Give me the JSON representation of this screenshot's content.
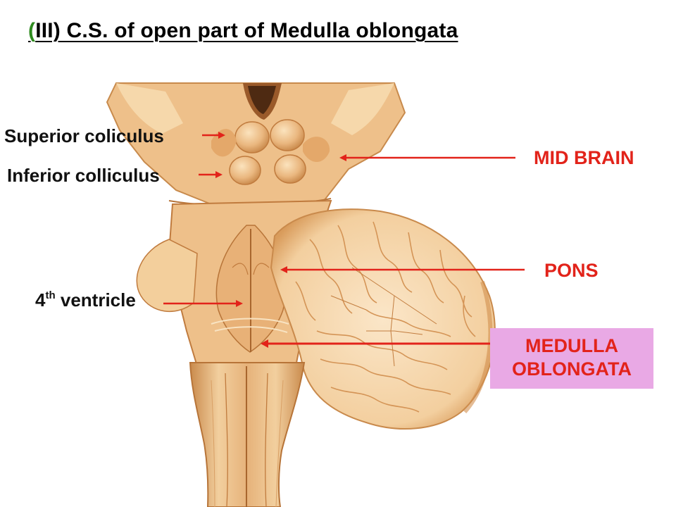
{
  "title": {
    "open_paren": "(",
    "text": "III) C.S. of open part of Medulla oblongata"
  },
  "labels": {
    "superior_colliculus": "Superior coliculus",
    "inferior_colliculus": "Inferior colliculus",
    "fourth_ventricle_number": "4",
    "fourth_ventricle_superscript": "th",
    "fourth_ventricle_text": " ventricle",
    "mid_brain": "MID BRAIN",
    "pons": "PONS",
    "medulla_line1": "MEDULLA",
    "medulla_line2": "OBLONGATA"
  },
  "colors": {
    "label_red": "#e2231a",
    "arrow_red": "#e2231a",
    "paren_green": "#2e8b1f",
    "medulla_box": "#e9a9e5",
    "tissue_light": "#f4d2a2",
    "tissue_mid": "#e0a565",
    "tissue_dark": "#b8743a"
  }
}
